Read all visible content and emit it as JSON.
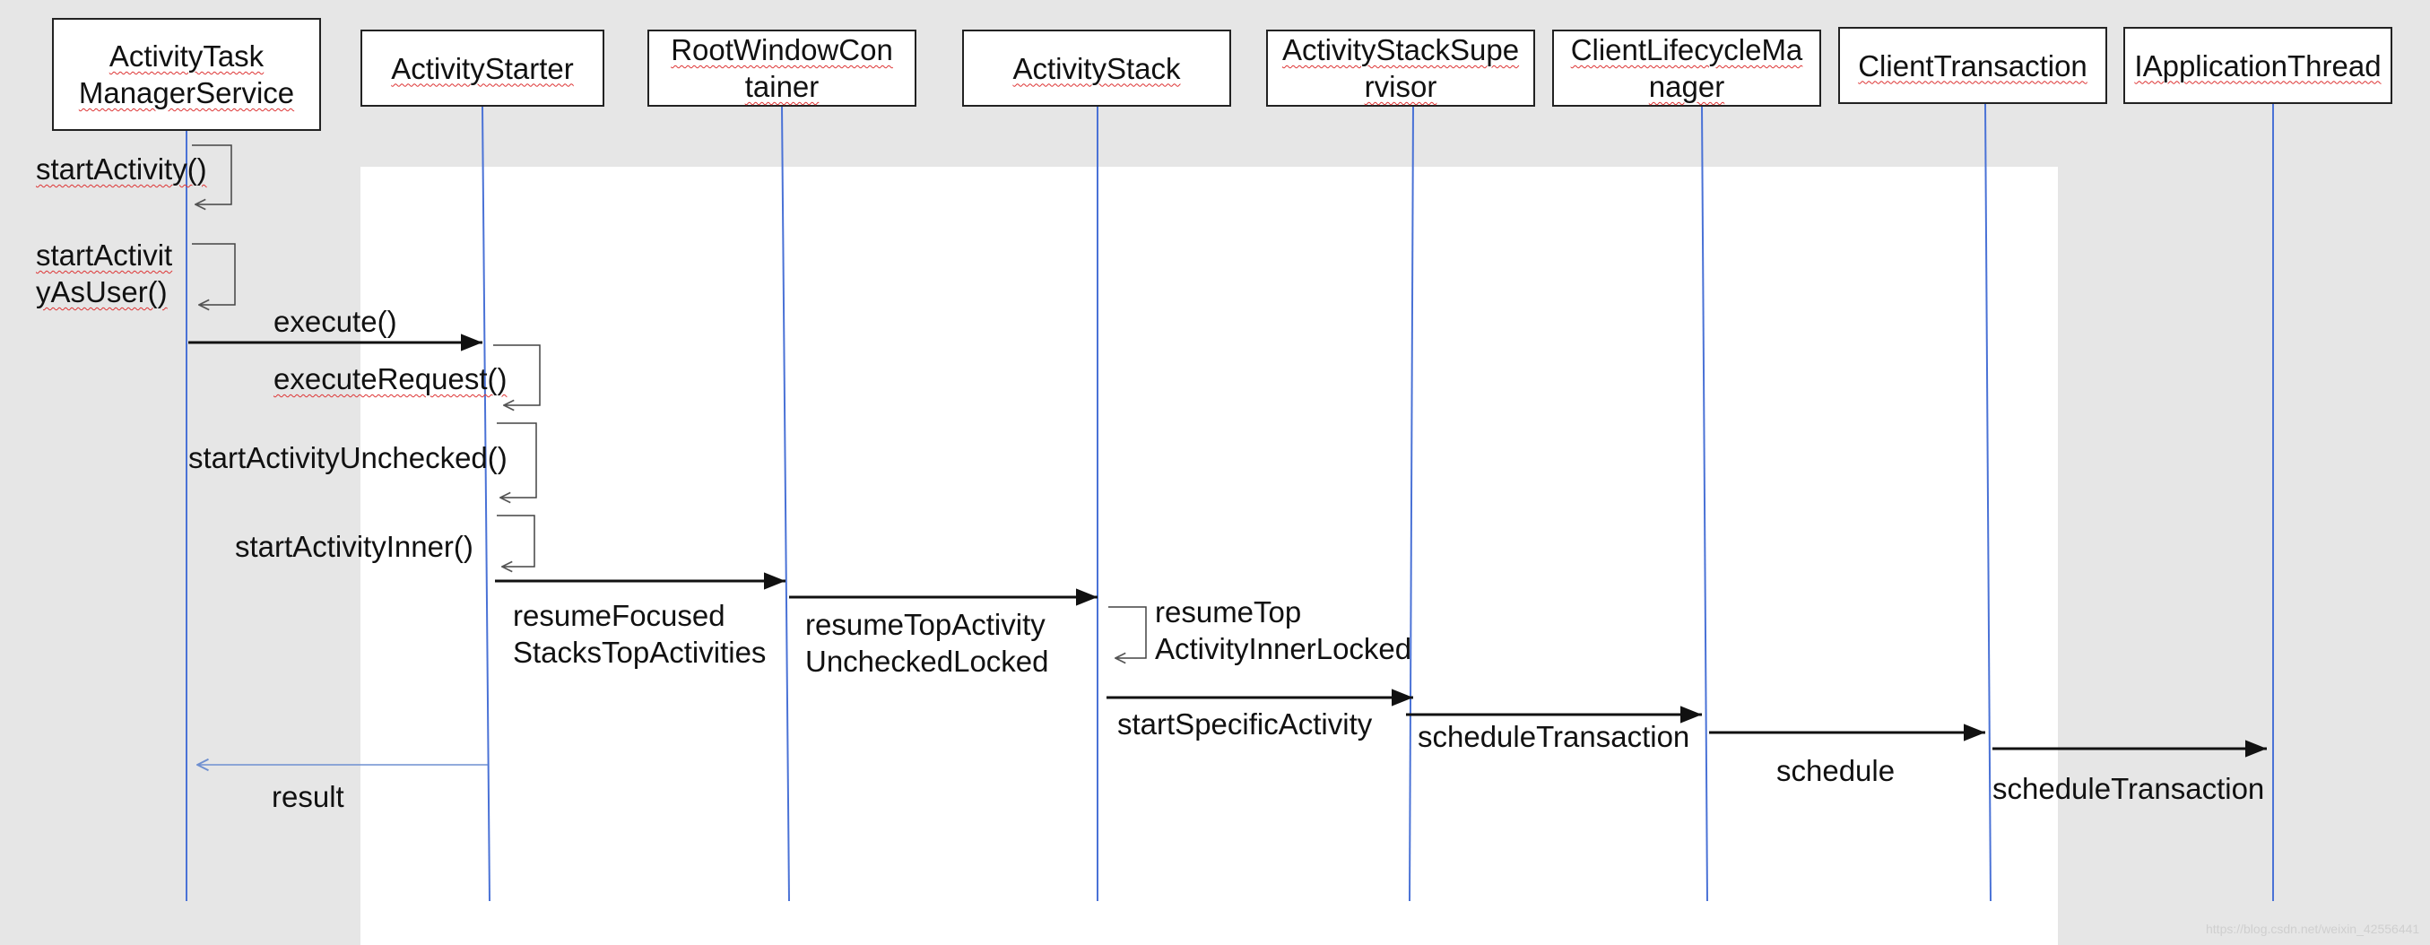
{
  "participants": [
    {
      "id": "atms",
      "label": "ActivityTask\nManagerService"
    },
    {
      "id": "starter",
      "label": "ActivityStarter"
    },
    {
      "id": "rwc",
      "label": "RootWindowCon\ntainer"
    },
    {
      "id": "stack",
      "label": "ActivityStack"
    },
    {
      "id": "supervisor",
      "label": "ActivityStackSupe\nrvisor"
    },
    {
      "id": "lifecycle",
      "label": "ClientLifecycleMa\nnager"
    },
    {
      "id": "transaction",
      "label": "ClientTransaction"
    },
    {
      "id": "appthread",
      "label": "IApplicationThread"
    }
  ],
  "messages": [
    {
      "id": "start-activity",
      "label": "startActivity()"
    },
    {
      "id": "start-activity-as-user",
      "label": "startActivit\nyAsUser()"
    },
    {
      "id": "execute",
      "label": "execute()"
    },
    {
      "id": "execute-request",
      "label": "executeRequest()"
    },
    {
      "id": "start-activity-unchecked",
      "label": "startActivityUnchecked()"
    },
    {
      "id": "start-activity-inner",
      "label": "startActivityInner()"
    },
    {
      "id": "resume-focused",
      "label": "resumeFocused\nStacksTopActivities"
    },
    {
      "id": "resume-top-unchecked",
      "label": "resumeTopActivity\nUncheckedLocked"
    },
    {
      "id": "resume-top-inner",
      "label": "resumeTop\nActivityInnerLocked"
    },
    {
      "id": "start-specific",
      "label": "startSpecificActivity"
    },
    {
      "id": "schedule-transaction-1",
      "label": "scheduleTransaction"
    },
    {
      "id": "schedule",
      "label": "schedule"
    },
    {
      "id": "schedule-transaction-2",
      "label": "scheduleTransaction"
    },
    {
      "id": "result",
      "label": "result"
    }
  ],
  "watermark": "https://blog.csdn.net/weixin_42556441",
  "colors": {
    "lifeline": "#4a72d6",
    "arrow": "#111111",
    "return": "#6f8fd0",
    "slide": "#ffffff",
    "background": "#e6e6e6"
  }
}
